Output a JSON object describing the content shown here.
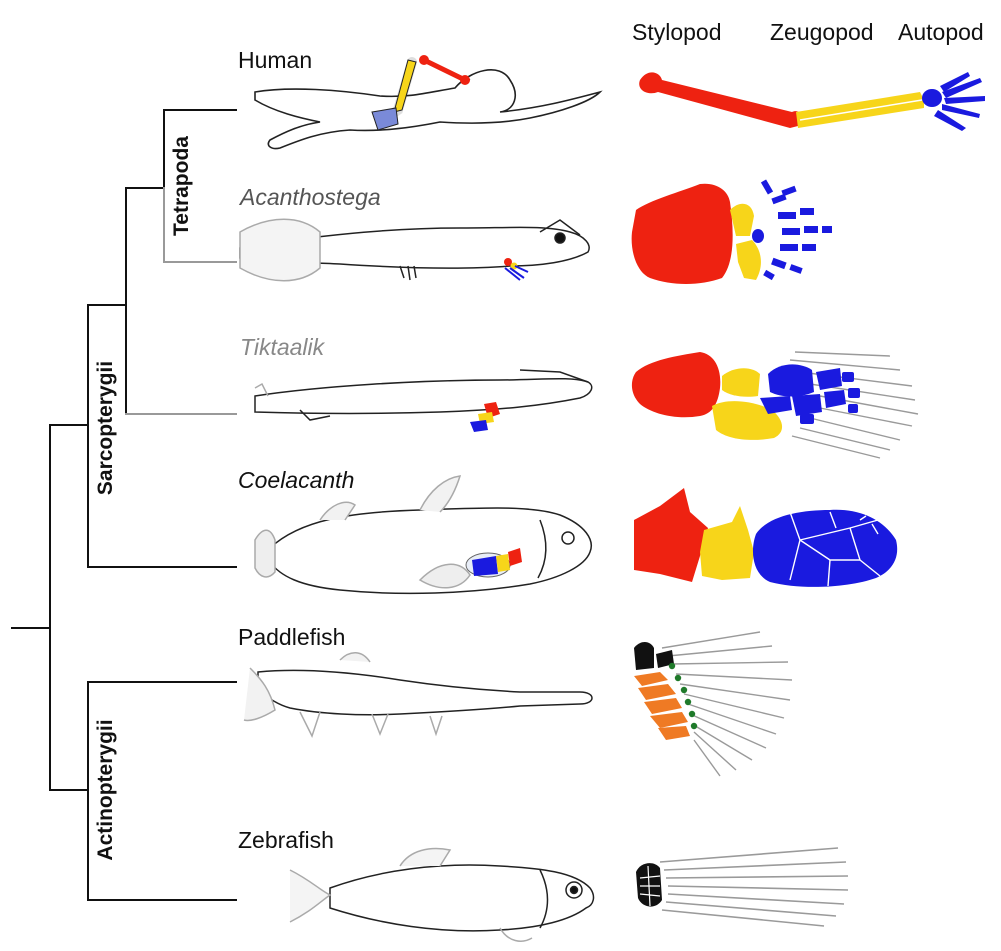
{
  "columns": {
    "stylopod": "Stylopod",
    "zeugopod": "Zeugopod",
    "autopod": "Autopod"
  },
  "clades": {
    "tetrapoda": "Tetrapoda",
    "sarcopterygii": "Sarcopterygii",
    "actinopterygii": "Actinopterygii"
  },
  "taxa": [
    {
      "name": "Human",
      "style": "normal"
    },
    {
      "name": "Acanthostega",
      "style": "italic-gray"
    },
    {
      "name": "Tiktaalik",
      "style": "italic-gray"
    },
    {
      "name": "Coelacanth",
      "style": "italic"
    },
    {
      "name": "Paddlefish",
      "style": "normal"
    },
    {
      "name": "Zebrafish",
      "style": "normal"
    }
  ],
  "colors": {
    "stylopod": "#ee2211",
    "zeugopod": "#f7d51a",
    "autopod": "#1a1adf",
    "extinct_branch": "#999999",
    "branch": "#111111",
    "proximal_radial": "#ef7a24",
    "distal_radial": "#1f7a2a",
    "fin_ray": "#9a9a9a"
  }
}
